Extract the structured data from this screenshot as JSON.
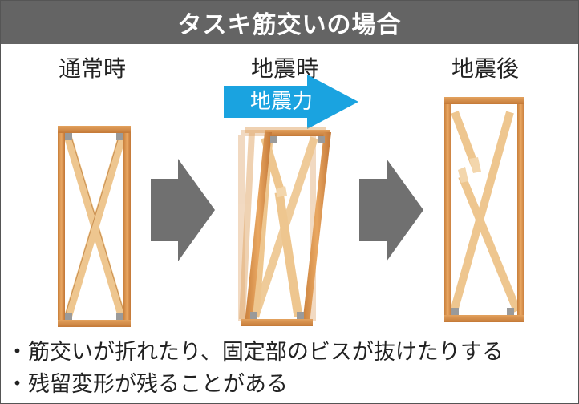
{
  "title": "タスキ筋交いの場合",
  "states": {
    "normal": "通常時",
    "during": "地震時",
    "after": "地震後"
  },
  "force_label": "地震力",
  "bullets": [
    "・筋交いが折れたり、固定部のビスが抜けたりする",
    "・残留変形が残ることがある"
  ],
  "colors": {
    "title_bg": "#646464",
    "frame_wood": "#d9954f",
    "brace_wood": "#eec68f",
    "arrow_gray": "#707070",
    "force_arrow": "#1aa3e0",
    "fastener": "#9a9a9a"
  },
  "icons": [
    "right-arrow-icon",
    "force-arrow-icon"
  ]
}
